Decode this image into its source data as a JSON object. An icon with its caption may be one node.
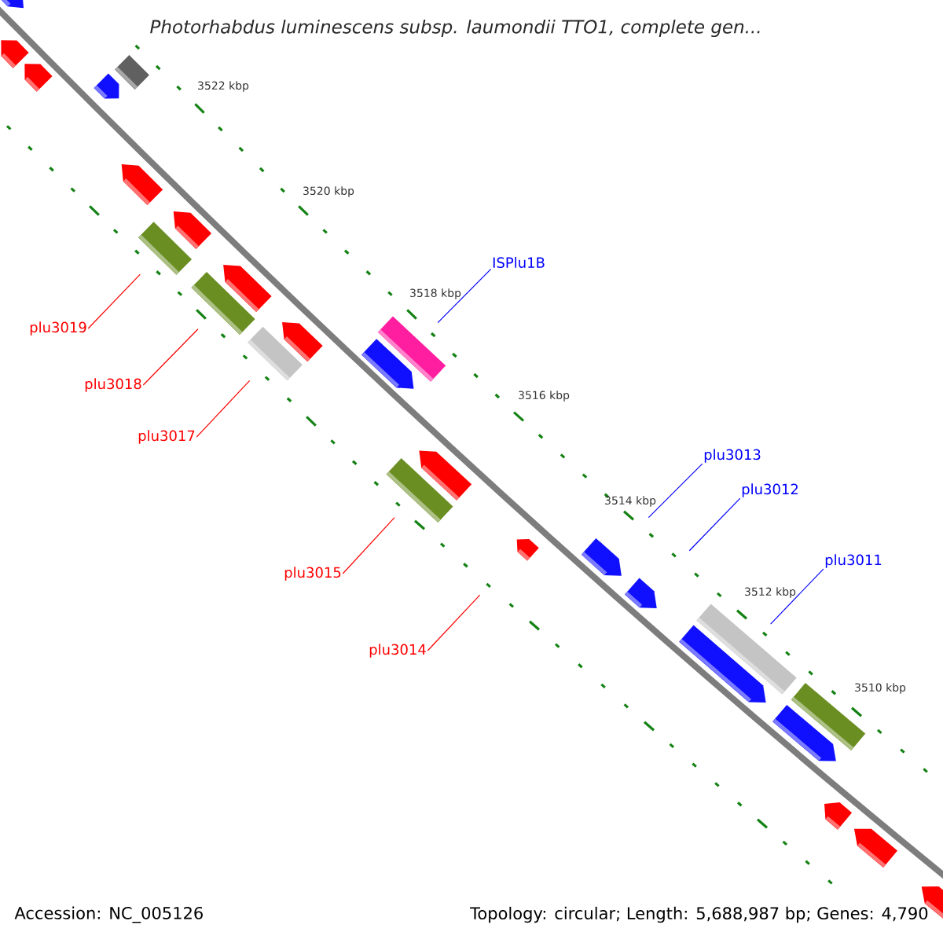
{
  "diagram": {
    "title": "Photorhabdus luminescens subsp. laumondii TTO1, complete gen...",
    "nodes": [
      {
        "text": [],
        "shape": "bar"
      },
      {
        "text": [],
        "shape": "bar"
      },
      {
        "text": [],
        "shape": "bar"
      },
      {
        "text": [],
        "shape": "bar"
      },
      {
        "text": [],
        "shape": "bar"
      },
      {
        "text": [],
        "shape": "bar"
      },
      {
        "text": [],
        "shape": "bar"
      },
      {
        "text": [],
        "shape": "bar"
      },
      {
        "text": [],
        "shape": "bar"
      },
      {
        "text": [],
        "shape": "bar"
      },
      {
        "text": [],
        "shape": "bar"
      },
      {
        "text": [],
        "shape": "bar"
      },
      {
        "text": [],
        "shape": "bar"
      },
      {
        "text": [],
        "shape": "bar"
      },
      {
        "text": [],
        "shape": "bar"
      },
      {
        "text": [],
        "shape": "bar"
      },
      {
        "text": [],
        "shape": "bar"
      },
      {
        "text": [],
        "shape": "bar"
      },
      {
        "text": [],
        "shape": "bar"
      },
      {
        "text": [],
        "shape": "bar"
      },
      {
        "text": [],
        "shape": "bar"
      },
      {
        "text": [],
        "shape": "bar"
      },
      {
        "text": [],
        "shape": "bar"
      },
      {
        "text": [],
        "shape": "bar"
      },
      {
        "text": [],
        "shape": "bar"
      },
      {
        "text": [],
        "shape": "bar"
      },
      {
        "text": [
          "ISPlu1B"
        ]
      },
      {
        "text": [
          "plu3019"
        ]
      },
      {
        "text": [
          "plu3018"
        ]
      },
      {
        "text": [
          "plu3017"
        ]
      },
      {
        "text": [
          "plu3013"
        ]
      },
      {
        "text": [
          "plu3012"
        ]
      },
      {
        "text": [
          "plu3011"
        ]
      },
      {
        "text": [
          "plu3015"
        ]
      },
      {
        "text": [
          "plu3014"
        ]
      }
    ],
    "edges": [
      {
        "from": 26,
        "to": 13,
        "arrow": "none",
        "color": "#0000ff"
      },
      {
        "from": 27,
        "to": 6,
        "arrow": "none"
      },
      {
        "from": 28,
        "to": 8,
        "arrow": "none"
      },
      {
        "from": 29,
        "to": 10,
        "arrow": "none"
      },
      {
        "from": 30,
        "to": 17,
        "arrow": "none",
        "color": "#0000ff"
      },
      {
        "from": 31,
        "to": 18,
        "arrow": "none",
        "color": "#0000ff"
      },
      {
        "from": 32,
        "to": 20,
        "arrow": "none",
        "color": "#0000ff"
      },
      {
        "from": 33,
        "to": 14,
        "arrow": "none"
      },
      {
        "from": 34,
        "to": 16,
        "arrow": "none"
      }
    ],
    "labels": [
      "3522 kbp",
      "3520 kbp",
      "3518 kbp",
      "3516 kbp",
      "3514 kbp",
      "3512 kbp",
      "3510 kbp",
      "Accession: NC_005126",
      "Topology: circular; Length: 5,688,987 bp; Genes: 4,790"
    ]
  }
}
